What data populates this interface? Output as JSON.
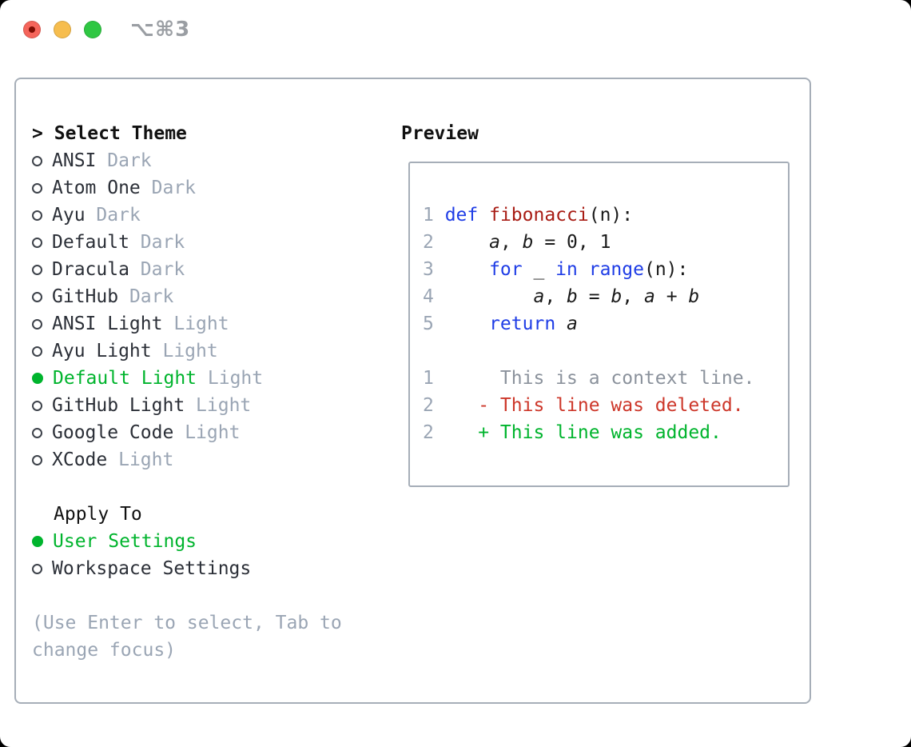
{
  "window": {
    "title": "⌥⌘3"
  },
  "traffic_lights": {
    "close": "close",
    "minimize": "minimize",
    "zoom": "zoom"
  },
  "theme_selector": {
    "cursor": ">",
    "header": "Select Theme",
    "items": [
      {
        "name": "ANSI",
        "variant": "Dark",
        "selected": false
      },
      {
        "name": "Atom One",
        "variant": "Dark",
        "selected": false
      },
      {
        "name": "Ayu",
        "variant": "Dark",
        "selected": false
      },
      {
        "name": "Default",
        "variant": "Dark",
        "selected": false
      },
      {
        "name": "Dracula",
        "variant": "Dark",
        "selected": false
      },
      {
        "name": "GitHub",
        "variant": "Dark",
        "selected": false
      },
      {
        "name": "ANSI Light",
        "variant": "Light",
        "selected": false
      },
      {
        "name": "Ayu Light",
        "variant": "Light",
        "selected": false
      },
      {
        "name": "Default Light",
        "variant": "Light",
        "selected": true
      },
      {
        "name": "GitHub Light",
        "variant": "Light",
        "selected": false
      },
      {
        "name": "Google Code",
        "variant": "Light",
        "selected": false
      },
      {
        "name": "XCode",
        "variant": "Light",
        "selected": false
      }
    ]
  },
  "preview": {
    "header": "Preview",
    "code_lines": [
      {
        "num": "1",
        "tokens": [
          [
            "kw",
            "def"
          ],
          [
            "txt",
            " "
          ],
          [
            "fn",
            "fibonacci"
          ],
          [
            "txt",
            "(n):"
          ]
        ]
      },
      {
        "num": "2",
        "tokens": [
          [
            "txt",
            "    "
          ],
          [
            "var",
            "a"
          ],
          [
            "txt",
            ", "
          ],
          [
            "var",
            "b"
          ],
          [
            "txt",
            " = 0, 1"
          ]
        ]
      },
      {
        "num": "3",
        "tokens": [
          [
            "txt",
            "    "
          ],
          [
            "kw",
            "for"
          ],
          [
            "txt",
            " _ "
          ],
          [
            "kw",
            "in"
          ],
          [
            "txt",
            " "
          ],
          [
            "kw",
            "range"
          ],
          [
            "txt",
            "(n):"
          ]
        ]
      },
      {
        "num": "4",
        "tokens": [
          [
            "txt",
            "        "
          ],
          [
            "var",
            "a"
          ],
          [
            "txt",
            ", "
          ],
          [
            "var",
            "b"
          ],
          [
            "txt",
            " = "
          ],
          [
            "var",
            "b"
          ],
          [
            "txt",
            ", "
          ],
          [
            "var",
            "a"
          ],
          [
            "txt",
            " + "
          ],
          [
            "var",
            "b"
          ]
        ]
      },
      {
        "num": "5",
        "tokens": [
          [
            "txt",
            "    "
          ],
          [
            "kw",
            "return"
          ],
          [
            "txt",
            " "
          ],
          [
            "var",
            "a"
          ]
        ]
      }
    ],
    "diff_lines": [
      {
        "num": "1",
        "type": "context",
        "marker": " ",
        "text": "This is a context line."
      },
      {
        "num": "2",
        "type": "deleted",
        "marker": "-",
        "text": "This line was deleted."
      },
      {
        "num": "2",
        "type": "added",
        "marker": "+",
        "text": "This line was added."
      }
    ]
  },
  "apply_to": {
    "header": "Apply To",
    "options": [
      {
        "label": "User Settings",
        "selected": true
      },
      {
        "label": "Workspace Settings",
        "selected": false
      }
    ]
  },
  "help": "(Use Enter to select, Tab to change focus)",
  "colors": {
    "accent_green": "#00b42d",
    "added_green": "#00b42d",
    "keyword_blue": "#1f3de6",
    "function_red": "#a81c14",
    "deleted_red": "#cd372a",
    "context_gray": "#8b929c",
    "dim_gray": "#9aa5b4",
    "ink": "#2b2f37",
    "code_ink": "#1a1a1a",
    "header_ink": "#111111",
    "border_gray": "#a6aeb8",
    "radio_ring": "#3d424a",
    "title_gray": "#9a9ea3",
    "light_red": "#f5655b",
    "light_yellow": "#f6bd4e",
    "light_green": "#2fc743"
  }
}
